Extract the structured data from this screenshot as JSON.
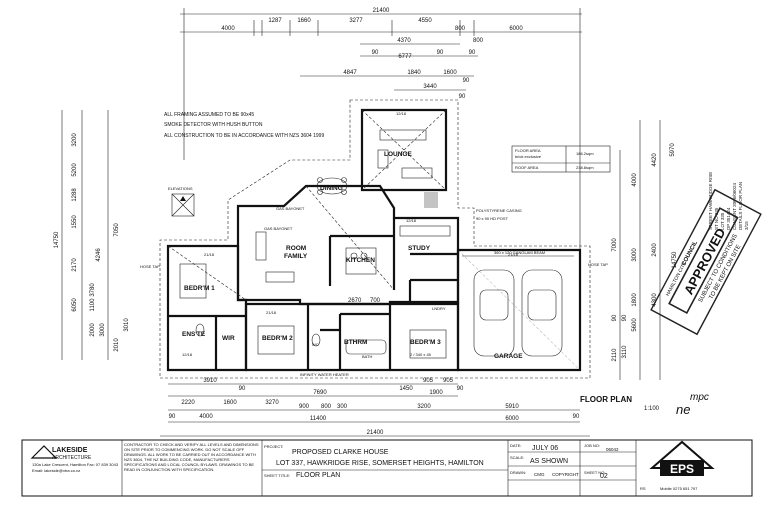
{
  "dims_top": {
    "overall": "21400",
    "row1": [
      "4000",
      "1287",
      "1660",
      "3277",
      "4550",
      "800",
      "6000"
    ],
    "row2": [
      "4370",
      "800"
    ],
    "row2b": [
      "90",
      "6777",
      "90",
      "90"
    ],
    "row3": [
      "4847",
      "1840",
      "1600",
      "90"
    ],
    "row4": [
      "3440",
      "90"
    ]
  },
  "dims_bottom": {
    "row1": [
      "3910",
      "90",
      "1450",
      "905",
      "905",
      "90"
    ],
    "row2": [
      "2220",
      "1600",
      "3270",
      "7690",
      "1900"
    ],
    "row3": [
      "4000",
      "900",
      "800",
      "300",
      "3200",
      "5910"
    ],
    "row4": [
      "11400",
      "6000"
    ],
    "overall": "21400",
    "pair": [
      "90",
      "90"
    ]
  },
  "dims_left": [
    "3200",
    "5200",
    "1288",
    "1550",
    "2170",
    "4246",
    "3780",
    "7050",
    "14750",
    "1100",
    "2000",
    "3000",
    "2010",
    "3010"
  ],
  "dims_left_outer": [
    "6050"
  ],
  "dims_right": [
    "4420",
    "5970",
    "4000",
    "2400",
    "3000",
    "7000",
    "4300",
    "1800",
    "14750",
    "5600",
    "2110",
    "3110",
    "90",
    "90"
  ],
  "notes": [
    "ALL FRAMING ASSUMED TO BE 90x45",
    "SMOKE DETECTOR WITH HUSH BUTTON",
    "ALL CONSTRUCTION TO BE IN ACCORDANCE WITH NZS 3604 1999"
  ],
  "elevations_label": "ELEVATIONS",
  "rooms": {
    "lounge": "LOUNGE",
    "dining": "DINING",
    "room_family": "ROOM\nFAMILY",
    "room": "ROOM",
    "family": "FAMILY",
    "kitchen": "KITCHEN",
    "study": "STUDY",
    "bedr1": "BEDR'M 1",
    "ensuite": "ENS'TE",
    "wir": "WIR",
    "bedr2": "BEDR'M 2",
    "bthrm": "BTHRM",
    "wc": "WC",
    "bedr3": "BEDR'M 3",
    "garage": "GARAGE",
    "bath": "BATH",
    "lndry": "LNDRY"
  },
  "plan_labels": {
    "gas_bayonet": "GAS BAYONET",
    "gas_bayonet2": "GAS BAYONET",
    "polystyrene": "POLYSTYRENE CASING",
    "post": "90 x 90 HD POST",
    "hose_tap": "HOSE TAP",
    "hose_tap2": "HOSE TAP",
    "hot_water": "INFINITY WATER\nHEATER",
    "center_dims": [
      "2670",
      "700"
    ],
    "beam": "360 x 120 GANGLAM BEAM",
    "window_codes": [
      "12/18",
      "21/18",
      "21/18",
      "12/18",
      "12/18",
      "21/18",
      "2 / 340 x 45"
    ]
  },
  "area_table": {
    "floor_area_label": "FLOOR AREA",
    "floor_area_sub": "brick exclusive",
    "floor_area_value": "186.2sqm",
    "roof_area_label": "ROOF AREA",
    "roof_area_value": "238.8sqm"
  },
  "side_info": {
    "street": "STREET HAWKRIDGE RISE",
    "st_no": "ST NO 335",
    "lot": "LOT 335",
    "dp": "DP 351424",
    "consent": "CONSENT 2006/06024",
    "details": "DETAILS FLOOR PLAN",
    "sheet": "3/15"
  },
  "stamp": {
    "council": "COUNCIL",
    "hamilton": "HAMILTON CITY",
    "approved": "APPROVED",
    "conditions": "SUBJECT TO CONDITIONS",
    "kept": "TO BE KEPT ON SITE"
  },
  "floor_plan_heading": "FLOOR PLAN",
  "scale": "1:100",
  "handwriting": "ne",
  "handwriting2": "mpc",
  "title_block": {
    "company": "LAKESIDE",
    "company_sub": "ARCHITECTURE",
    "company_addr": "130a Lake Crescent, Hamilton   Fax: 07 839 3043",
    "company_email": "Email: lakeside@xtra.co.nz",
    "contractor_note": "CONTRACTOR TO CHECK AND VERIFY ALL LEVELS AND DIMENSIONS ON SITE PRIOR TO COMMENCING WORK. DO NOT SCALE OFF DRAWINGS. ALL WORK TO BE CARRIED OUT IN ACCORDANCE WITH NZS 3604, THE NZ BUILDING CODE, MANUFACTURERS SPECIFICATIONS AND LOCAL COUNCIL BYLAWS. DRAWINGS TO BE READ IN CONJUNCTION WITH SPECIFICATION.",
    "project_label": "PROJECT:",
    "project_line1": "PROPOSED CLARKE HOUSE",
    "project_line2": "LOT 337, HAWKRIDGE RISE, SOMERSET HEIGHTS, HAMILTON",
    "sheet_title_label": "SHEET TITLE:",
    "sheet_title": "FLOOR PLAN",
    "date_label": "DATE:",
    "date": "JULY 06",
    "scale_label": "SCALE:",
    "scale": "AS SHOWN",
    "drawn_label": "DRAWN:",
    "drawn": "CMG",
    "copyright": "COPYRIGHT",
    "job_no_label": "JOB NO:",
    "job_no": "06042",
    "sheet_no_label": "SHEET NO:",
    "sheet_no": "02",
    "logo": "EPS",
    "rs": "RS",
    "mobile": "Mobile 0275 651 797"
  }
}
